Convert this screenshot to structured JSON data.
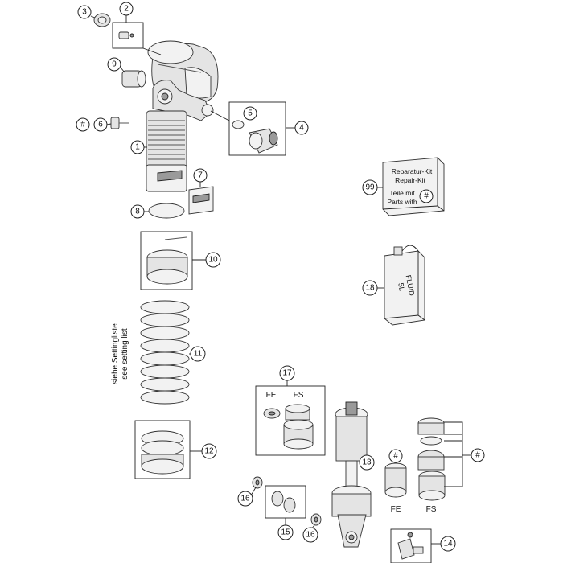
{
  "callouts": {
    "c1": "1",
    "c2": "2",
    "c3": "3",
    "c4": "4",
    "c5": "5",
    "c6": "6",
    "c7": "7",
    "c8": "8",
    "c9": "9",
    "c10": "10",
    "c11": "11",
    "c12": "12",
    "c13": "13",
    "c14": "14",
    "c15": "15",
    "c16a": "16",
    "c16b": "16",
    "c17": "17",
    "c18": "18",
    "c99": "99",
    "hash_left": "#",
    "hash_kit": "#",
    "hash_fe": "#",
    "hash_right": "#"
  },
  "repair_kit": {
    "line1": "Reparatur-Kit",
    "line2": "Repair-Kit",
    "line3": "Teile mit",
    "line4": "Parts with"
  },
  "fluid_can": {
    "label": "FLUID",
    "volume": "5L"
  },
  "setting_note": {
    "line1": "siehe Settingliste",
    "line2": "see setting list"
  },
  "labels_17": {
    "fe": "FE",
    "fs": "FS"
  },
  "labels_bottom": {
    "fe": "FE",
    "fs": "FS"
  }
}
